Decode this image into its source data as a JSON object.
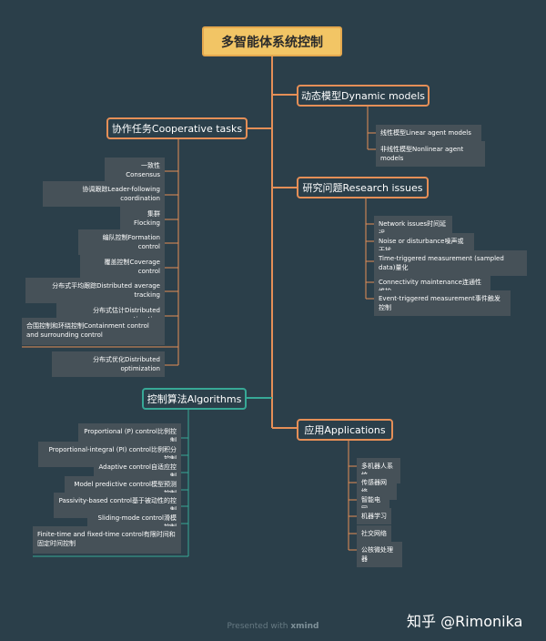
{
  "root": "多智能体系统控制",
  "branches": {
    "dynamic": {
      "title": "动态模型Dynamic models",
      "items": [
        "线性模型Linear agent models",
        "非线性模型Nonlinear agent models"
      ]
    },
    "research": {
      "title": "研究问题Research issues",
      "items": [
        "Network issues时间延迟",
        "Noise or disturbance噪声或干扰",
        "Time-triggered measurement (sampled data)量化",
        "Connectivity maintenance连通性维护",
        "Event-triggered measurement事件触发控制"
      ]
    },
    "applications": {
      "title": "应用Applications",
      "items": [
        "多机器人系统",
        "传感器网络",
        "智能电网",
        "机器学习",
        "社交网络",
        "公核微处理器"
      ]
    },
    "cooperative": {
      "title": "协作任务Cooperative tasks",
      "items": [
        "一致性Consensus",
        "协调跟踪Leader-following coordination",
        "集群Flocking",
        "编队控制Formation control",
        "覆盖控制Coverage control",
        "分布式平均跟踪Distributed average tracking",
        "分布式估计Distributed estimation",
        "合围控制和环绕控制Containment control and surrounding control",
        "分布式优化Distributed optimization"
      ]
    },
    "algorithms": {
      "title": "控制算法Algorithms",
      "items": [
        "Proportional (P) control比例控制",
        "Proportional-integral (PI) control比例积分控制",
        "Adaptive control自适应控制",
        "Model predictive control模型预测控制",
        "Passivity-based control基于被动性的控制",
        "Sliding-mode control滑模控制",
        "Finite-time and fixed-time control有限时间和固定时间控制"
      ]
    }
  },
  "footer": {
    "prefix": "Presented with ",
    "brand": "xmind"
  },
  "watermark": "知乎 @Rimonika",
  "colors": {
    "background": "#2b3f4a",
    "root": "#f2c565",
    "orange": "#e58f57",
    "teal": "#37a896",
    "leaf": "#465158"
  }
}
